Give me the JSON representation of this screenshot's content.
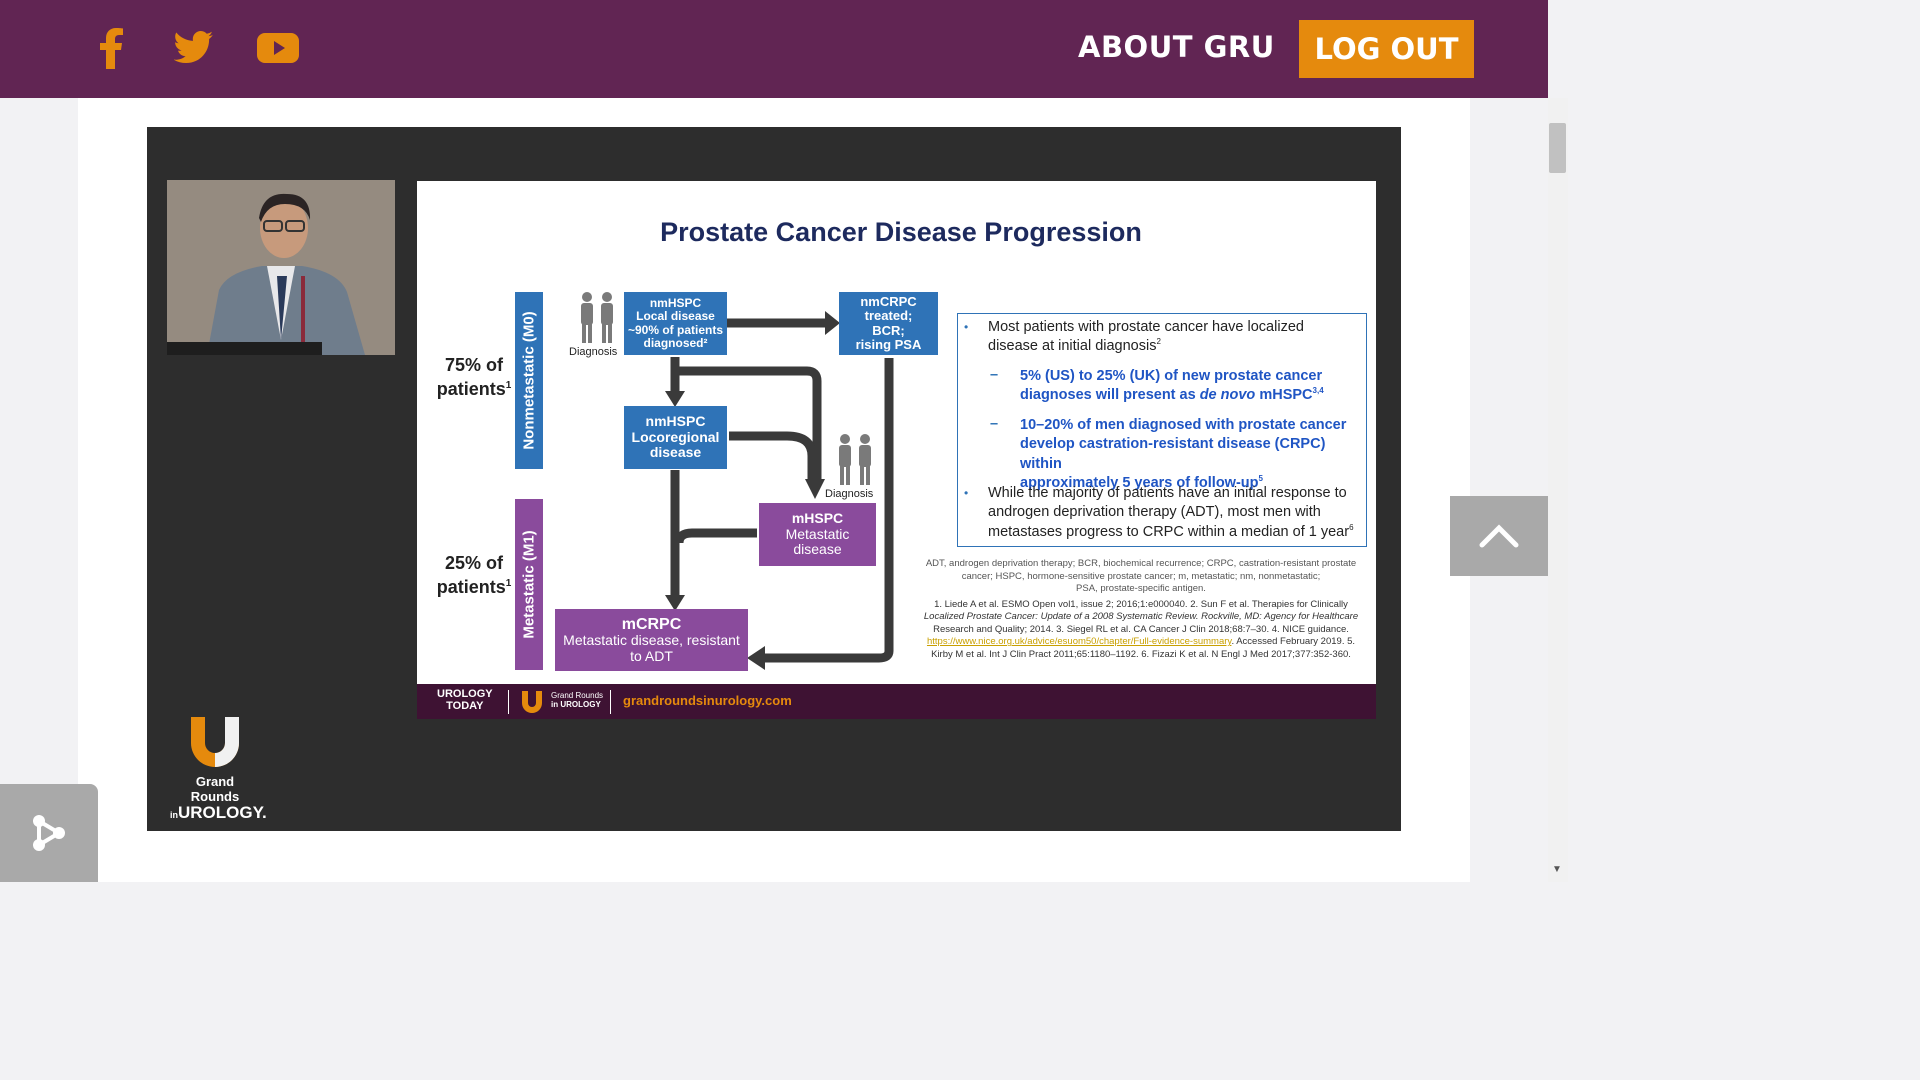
{
  "header": {
    "social": [
      {
        "name": "facebook",
        "icon": "facebook-icon"
      },
      {
        "name": "twitter",
        "icon": "twitter-icon"
      },
      {
        "name": "youtube",
        "icon": "youtube-icon"
      }
    ],
    "about_label": "ABOUT GRU",
    "logout_label": "LOG OUT",
    "colors": {
      "bar": "#612553",
      "accent": "#e58a0d"
    }
  },
  "player": {
    "brand_logo": {
      "line1": "Grand Rounds",
      "line2_small": "in",
      "line2": "UROLOGY."
    }
  },
  "slide": {
    "title": "Prostate Cancer Disease Progression",
    "left_labels": {
      "m0_pct": "75% of",
      "m0_patients": "patients",
      "m0_sup": "1",
      "m1_pct": "25% of",
      "m1_patients": "patients",
      "m1_sup": "1",
      "m0_bar": "Nonmetastatic (M0)",
      "m1_bar": "Metastatic (M1)"
    },
    "diagnosis_top": "Diagnosis",
    "diagnosis_mid": "Diagnosis",
    "boxes": {
      "nmhspc_local": [
        "nmHSPC",
        "Local disease",
        "~90% of patients",
        "diagnosed²"
      ],
      "nmhspc_locoregional": [
        "nmHSPC",
        "Locoregional",
        "disease"
      ],
      "nmcrpc": [
        "nmCRPC",
        "treated;",
        "BCR;",
        "rising PSA"
      ],
      "mhspc": [
        "mHSPC",
        "Metastatic",
        "disease"
      ],
      "mcrpc": [
        "mCRPC",
        "Metastatic disease, resistant",
        "to ADT"
      ]
    },
    "info": {
      "b1_l1": "Most patients with prostate cancer have localized",
      "b1_l2": "disease at initial diagnosis",
      "b1_sup": "2",
      "d1_l1": "5% (US) to 25% (UK) of new prostate cancer",
      "d1_l2a": "diagnoses will present as ",
      "d1_l2b": "de novo",
      "d1_l2c": " mHSPC",
      "d1_sup": "3,4",
      "d2_l1": "10–20% of men diagnosed with prostate cancer",
      "d2_l2": "develop castration-resistant disease (CRPC) within",
      "d2_l3": "approximately 5 years of follow-up",
      "d2_sup": "5",
      "b2_l1": "While the majority of patients have an initial response to",
      "b2_l2": "androgen deprivation therapy (ADT), most men with",
      "b2_l3": "metastases progress to CRPC within a median of 1 year",
      "b2_sup": "6"
    },
    "abbrev": [
      "ADT, androgen deprivation therapy; BCR, biochemical recurrence; CRPC, castration-resistant prostate",
      "cancer; HSPC, hormone-sensitive prostate cancer; m, metastatic; nm, nonmetastatic;",
      "PSA, prostate-specific antigen."
    ],
    "refs": [
      "1. Liede A et al. ESMO Open vol1, issue 2; 2016;1:e000040. 2. Sun F et al. Therapies for Clinically",
      "Localized Prostate Cancer: Update of a 2008 Systematic Review. Rockville, MD: Agency for Healthcare",
      "Research and Quality; 2014. 3. Siegel RL et al. CA Cancer J Clin 2018;68:7–30. 4. NICE guidance.",
      "https://www.nice.org.uk/advice/esuom50/chapter/Full-evidence-summary",
      ". Accessed February 2019. 5.",
      "Kirby M et al. Int J Clin Pract 2011;65:1180–1192. 6. Fizazi K et al. N Engl J Med 2017;377:352-360."
    ],
    "footer": {
      "uro_l1": "UROLOGY",
      "uro_l2": "TODAY",
      "gru_l1": "Grand Rounds",
      "gru_l2": "in UROLOGY",
      "site": "grandroundsinurology.com"
    }
  }
}
